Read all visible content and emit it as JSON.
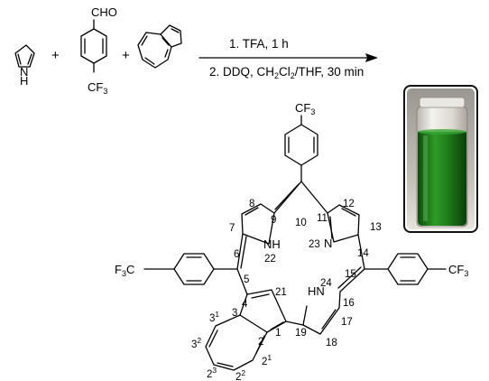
{
  "reagents": {
    "pyrrole_nh": "N",
    "pyrrole_h": "H",
    "aldehyde_cho": "CHO",
    "aldehyde_cf3": "CF",
    "aldehyde_cf3_sub": "3",
    "plus_1": "+",
    "plus_2": "+"
  },
  "conditions": {
    "step1": "1. TFA, 1 h",
    "step2_pre": "2. DDQ, CH",
    "step2_sub1": "2",
    "step2_mid": "Cl",
    "step2_sub2": "2",
    "step2_post": "/THF, 30 min"
  },
  "product": {
    "cf3_top": "CF",
    "cf3_top_sub": "3",
    "cf3_left_pre": "F",
    "cf3_left_sub": "3",
    "cf3_left_post": "C",
    "cf3_right": "CF",
    "cf3_right_sub": "3",
    "nh22_n": "NH",
    "nh22_num": "22",
    "n23_num": "23",
    "n23_n": "N",
    "hn24_n": "HN",
    "hn24_num": "24",
    "atoms": {
      "a1": "1",
      "a2": "2",
      "a4": "4",
      "a5": "5",
      "a6": "6",
      "a7": "7",
      "a8": "8",
      "a9": "9",
      "a10": "10",
      "a11": "11",
      "a12": "12",
      "a13": "13",
      "a14": "14",
      "a15": "15",
      "a16": "16",
      "a17": "17",
      "a18": "18",
      "a19": "19",
      "a21": "21",
      "a3": "3",
      "a31": "3",
      "a31_sup": "1",
      "a32": "3",
      "a32_sup": "2",
      "a23": "2",
      "a23_sup": "3",
      "a22": "2",
      "a22_sup": "2",
      "a21p": "2",
      "a21p_sup": "1"
    }
  },
  "photo": {
    "description_icon": "green-solution-vial-photo",
    "liquid_color": "#1f7a1a",
    "frame_color": "#111111"
  }
}
